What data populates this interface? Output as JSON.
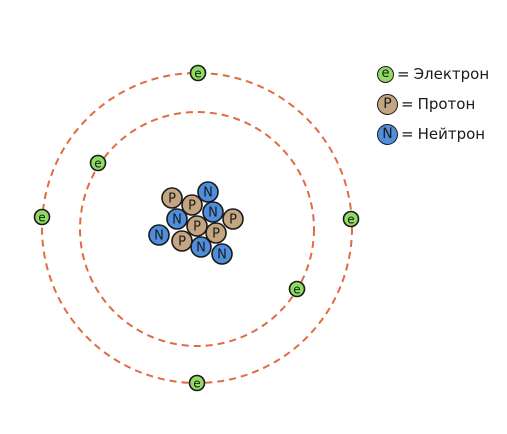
{
  "colors": {
    "orbit": "#e06c43",
    "electron": "#8fdc63",
    "proton": "#c4a582",
    "neutron": "#4f8edc",
    "outline": "#1a1a1a"
  },
  "particles": {
    "electron_symbol": "e",
    "proton_symbol": "P",
    "neutron_symbol": "N"
  },
  "nucleus": {
    "protons": 6,
    "neutrons": 6
  },
  "orbits": [
    {
      "shell": 1,
      "electrons": 2
    },
    {
      "shell": 2,
      "electrons": 4
    }
  ],
  "legend": {
    "equals": "=",
    "items": [
      {
        "particle": "electron",
        "symbol": "e",
        "label": "Электрон"
      },
      {
        "particle": "proton",
        "symbol": "P",
        "label": "Протон"
      },
      {
        "particle": "neutron",
        "symbol": "N",
        "label": "Нейтрон"
      }
    ]
  }
}
